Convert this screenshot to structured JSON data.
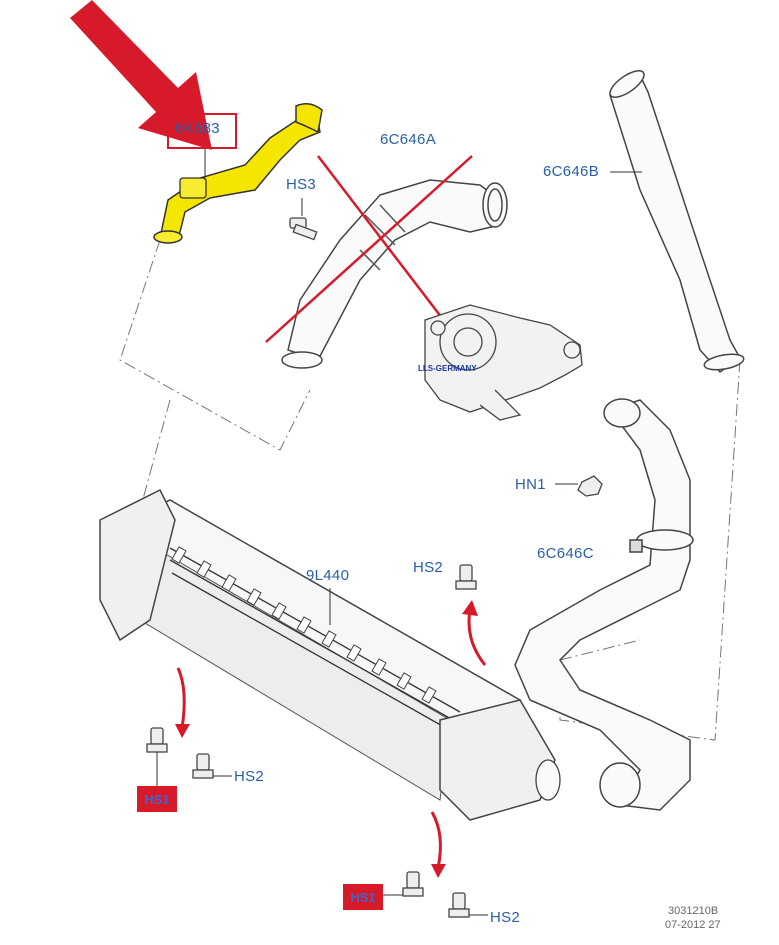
{
  "colors": {
    "label_blue": "#2a5ea8",
    "highlight_yellow": "#f5e600",
    "annotation_red": "#d61a2a",
    "line_art": "#555555"
  },
  "labels": {
    "part_6k683": "6K683",
    "part_6c646a": "6C646A",
    "part_6c646b": "6C646B",
    "part_6c646c": "6C646C",
    "part_9l440": "9L440",
    "hs3": "HS3",
    "hn1": "HN1",
    "hs2_top": "HS2",
    "hs2_left": "HS2",
    "hs2_bottom": "HS2",
    "hs1_left": "HS1",
    "hs1_bottom": "HS1"
  },
  "watermark": "LLS-GERMANY",
  "footer": {
    "ref": "3031210B",
    "date": "07-2012 27"
  },
  "icons": [
    "red-arrow-icon",
    "cross-out-icon",
    "curved-arrow-icon",
    "bolt-icon",
    "nut-icon"
  ]
}
